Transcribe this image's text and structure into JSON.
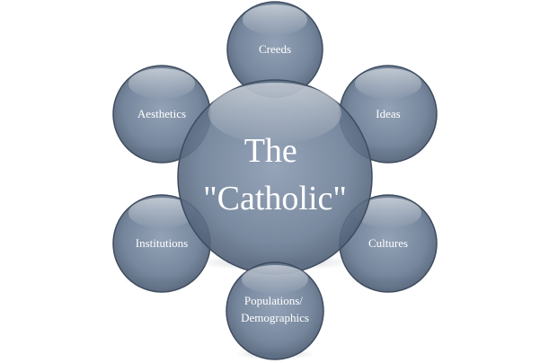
{
  "center": {
    "lines": [
      "The",
      "\"Catholic\""
    ]
  },
  "nodes": [
    {
      "id": "creeds",
      "lines": [
        "Creeds"
      ]
    },
    {
      "id": "ideas",
      "lines": [
        "Ideas"
      ]
    },
    {
      "id": "cultures",
      "lines": [
        "Cultures"
      ]
    },
    {
      "id": "populations",
      "lines": [
        "Populations/",
        "Demographics"
      ]
    },
    {
      "id": "institutions",
      "lines": [
        "Institutions"
      ]
    },
    {
      "id": "aesthetics",
      "lines": [
        "Aesthetics"
      ]
    }
  ],
  "colors": {
    "fill": "#6d7f97",
    "fill_light": "#9aa9bd",
    "stroke": "#3f4c5f",
    "text": "#ffffff"
  }
}
